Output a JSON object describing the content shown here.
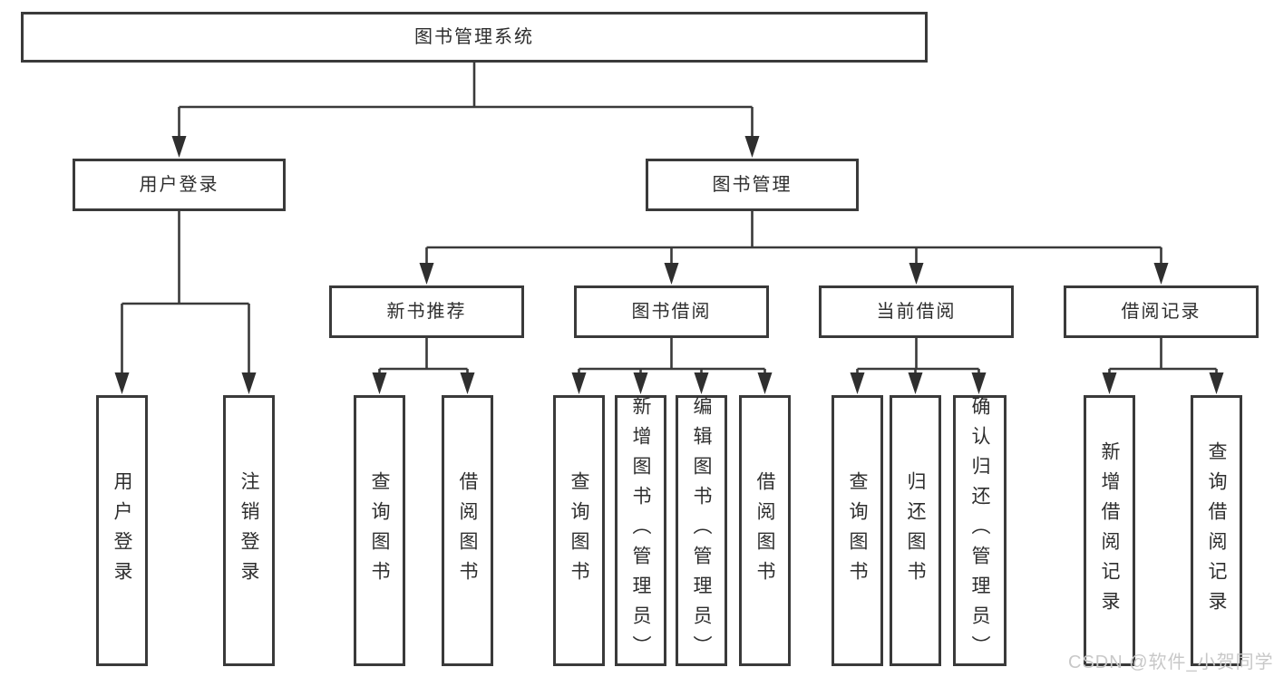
{
  "diagram": {
    "title": "图书管理系统",
    "tree": {
      "root": "图书管理系统",
      "user": {
        "label": "用户登录",
        "children": [
          "用户登录",
          "注销登录"
        ]
      },
      "book": {
        "label": "图书管理",
        "groups": [
          {
            "label": "新书推荐",
            "children": [
              "查询图书",
              "借阅图书"
            ]
          },
          {
            "label": "图书借阅",
            "children": [
              "查询图书",
              "新增图书（管理员）",
              "编辑图书（管理员）",
              "借阅图书"
            ]
          },
          {
            "label": "当前借阅",
            "children": [
              "查询图书",
              "归还图书",
              "确认归还（管理员）"
            ]
          },
          {
            "label": "借阅记录",
            "children": [
              "新增借阅记录",
              "查询借阅记录"
            ]
          }
        ]
      }
    },
    "colors": {
      "line": "#3a3a3a",
      "box_border": "#3a3a3a",
      "text": "#2e2e2e",
      "watermark": "#c8c8c8",
      "background": "#ffffff"
    }
  },
  "watermark": "CSDN @软件_小贺同学"
}
